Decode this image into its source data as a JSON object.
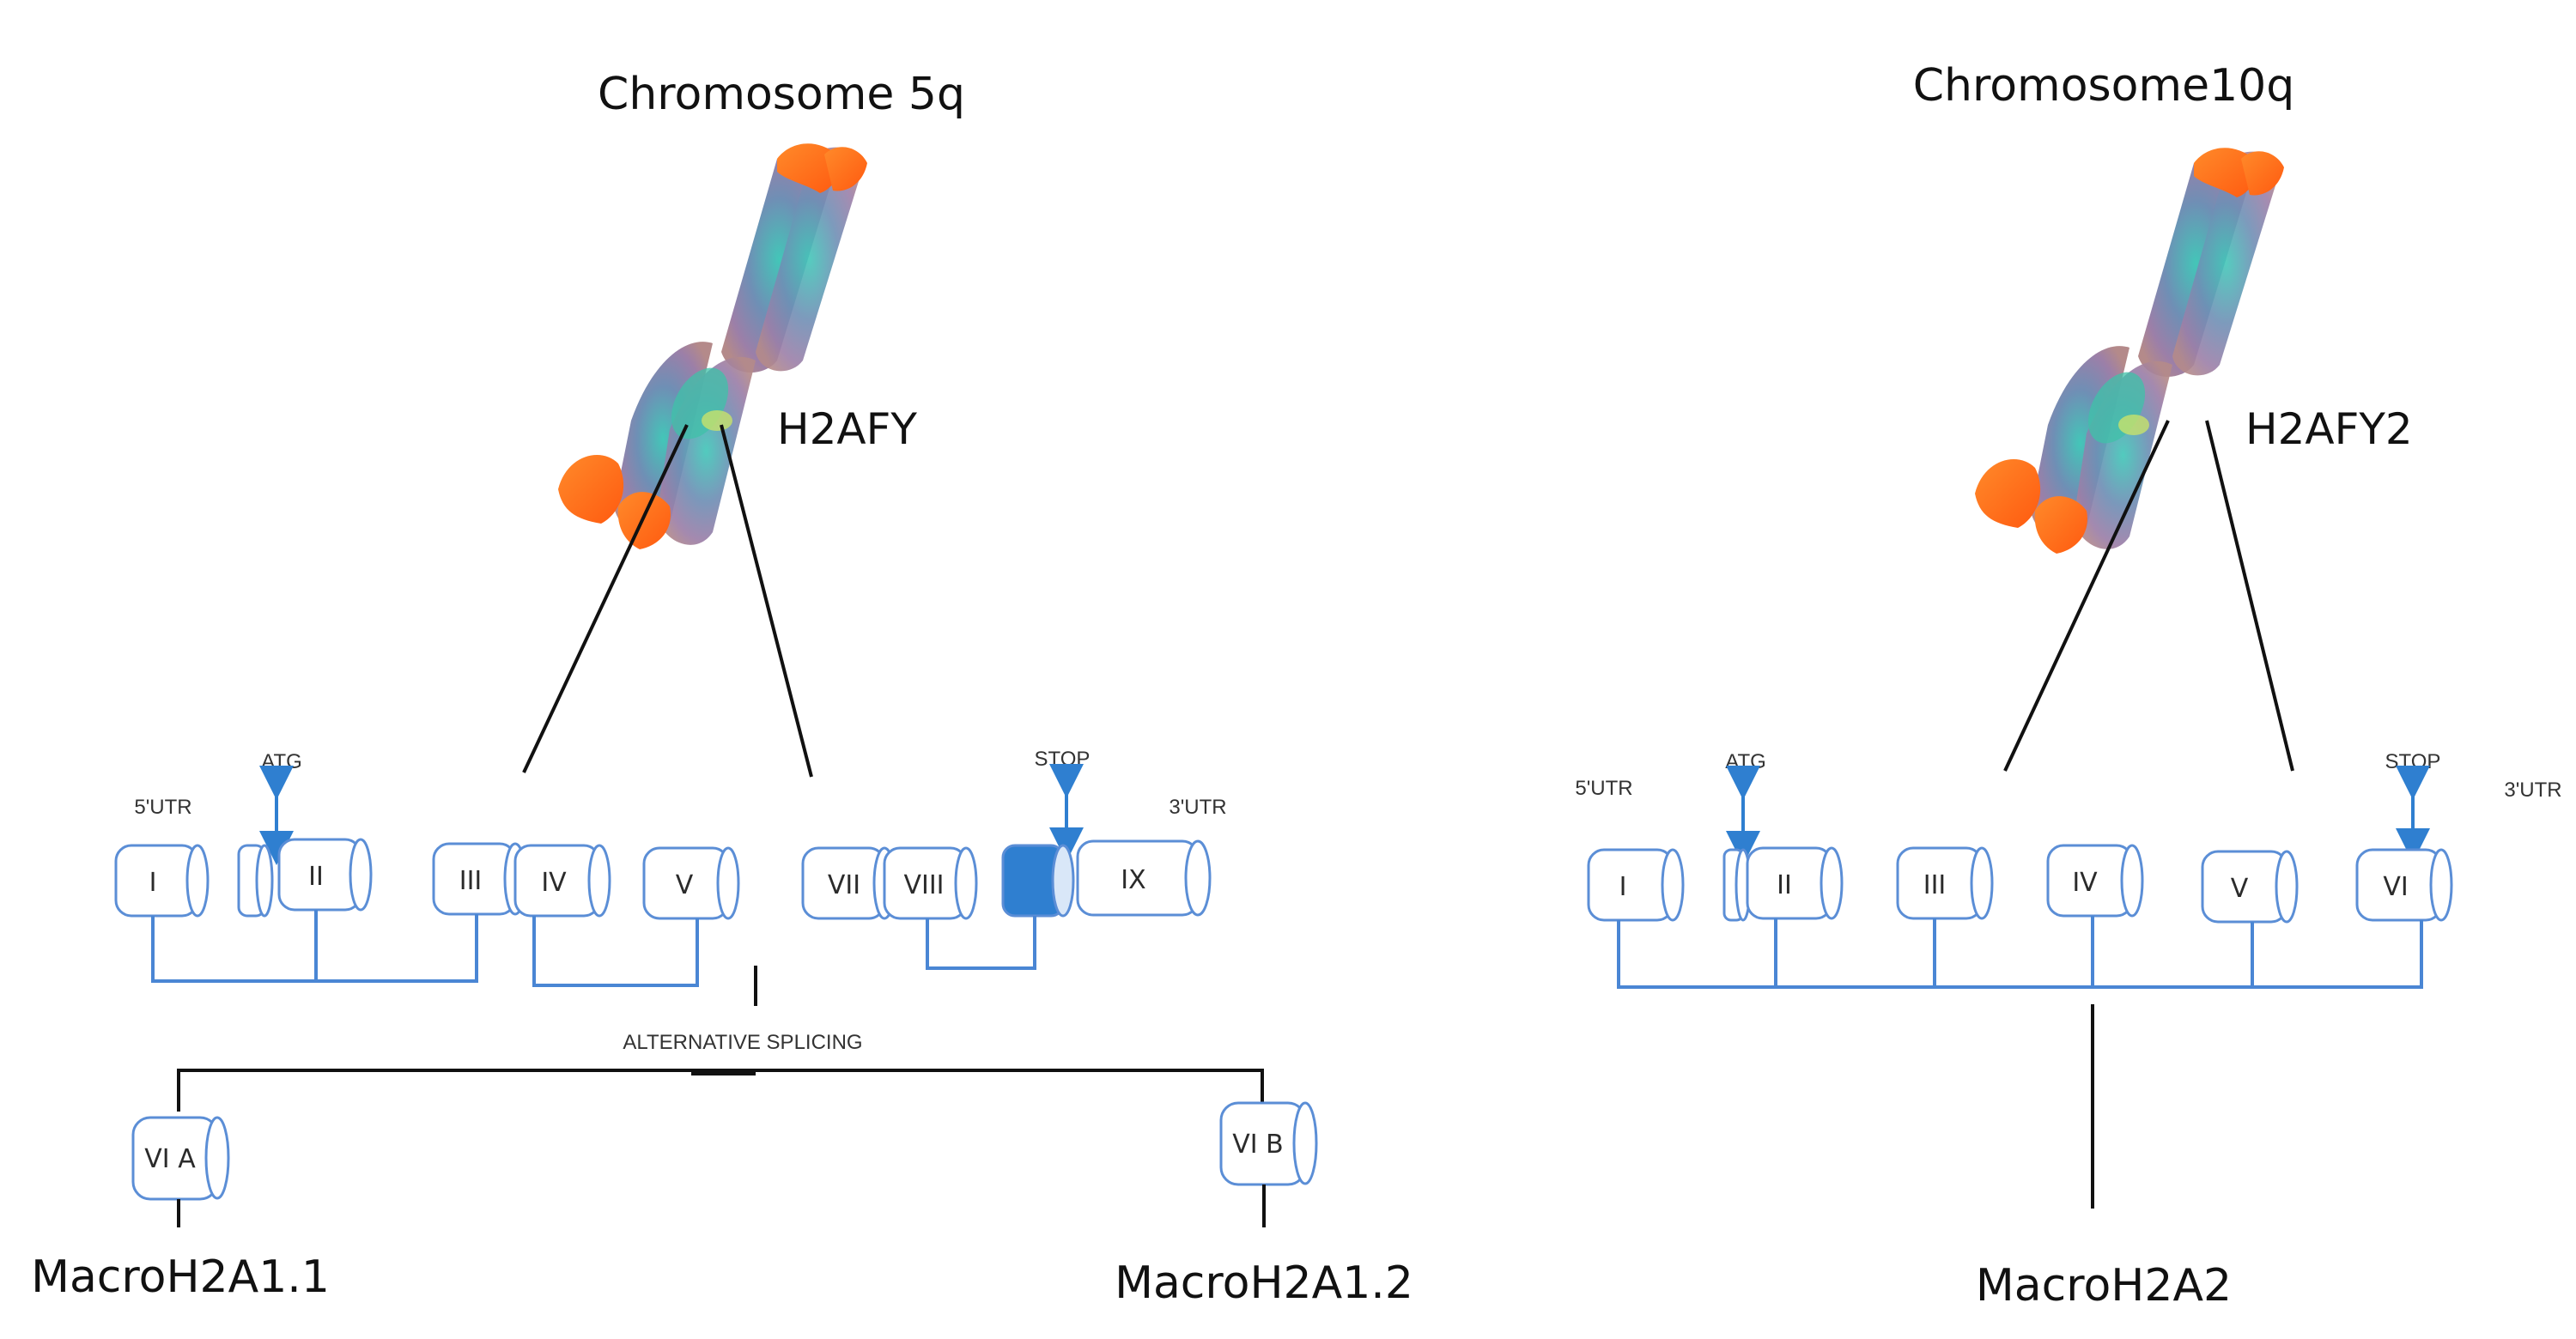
{
  "left": {
    "chromosome_title": "Chromosome 5q",
    "gene": "H2AFY",
    "utr5": "5'UTR",
    "atg": "ATG",
    "stop": "STOP",
    "utr3": "3'UTR",
    "exons": [
      "I",
      "II",
      "III",
      "IV",
      "V",
      "VII",
      "VIII",
      "IX"
    ],
    "alt_splicing": "ALTERNATIVE SPLICING",
    "alt_exon_a": "VI A",
    "alt_exon_b": "VI B",
    "product_a": "MacroH2A1.1",
    "product_b": "MacroH2A1.2"
  },
  "right": {
    "chromosome_title": "Chromosome10q",
    "gene": "H2AFY2",
    "utr5": "5'UTR",
    "atg": "ATG",
    "stop": "STOP",
    "utr3": "3'UTR",
    "exons": [
      "I",
      "II",
      "III",
      "IV",
      "V",
      "VI"
    ],
    "product": "MacroH2A2"
  },
  "colors": {
    "exon_outline": "#5b8ed6",
    "connector": "#4a86d4",
    "arrow": "#2f7fd0",
    "filled_exon": "#2f7fd0",
    "chromosome_tip": "#ff6a1a",
    "chromosome_body": "#7a8fb0"
  }
}
